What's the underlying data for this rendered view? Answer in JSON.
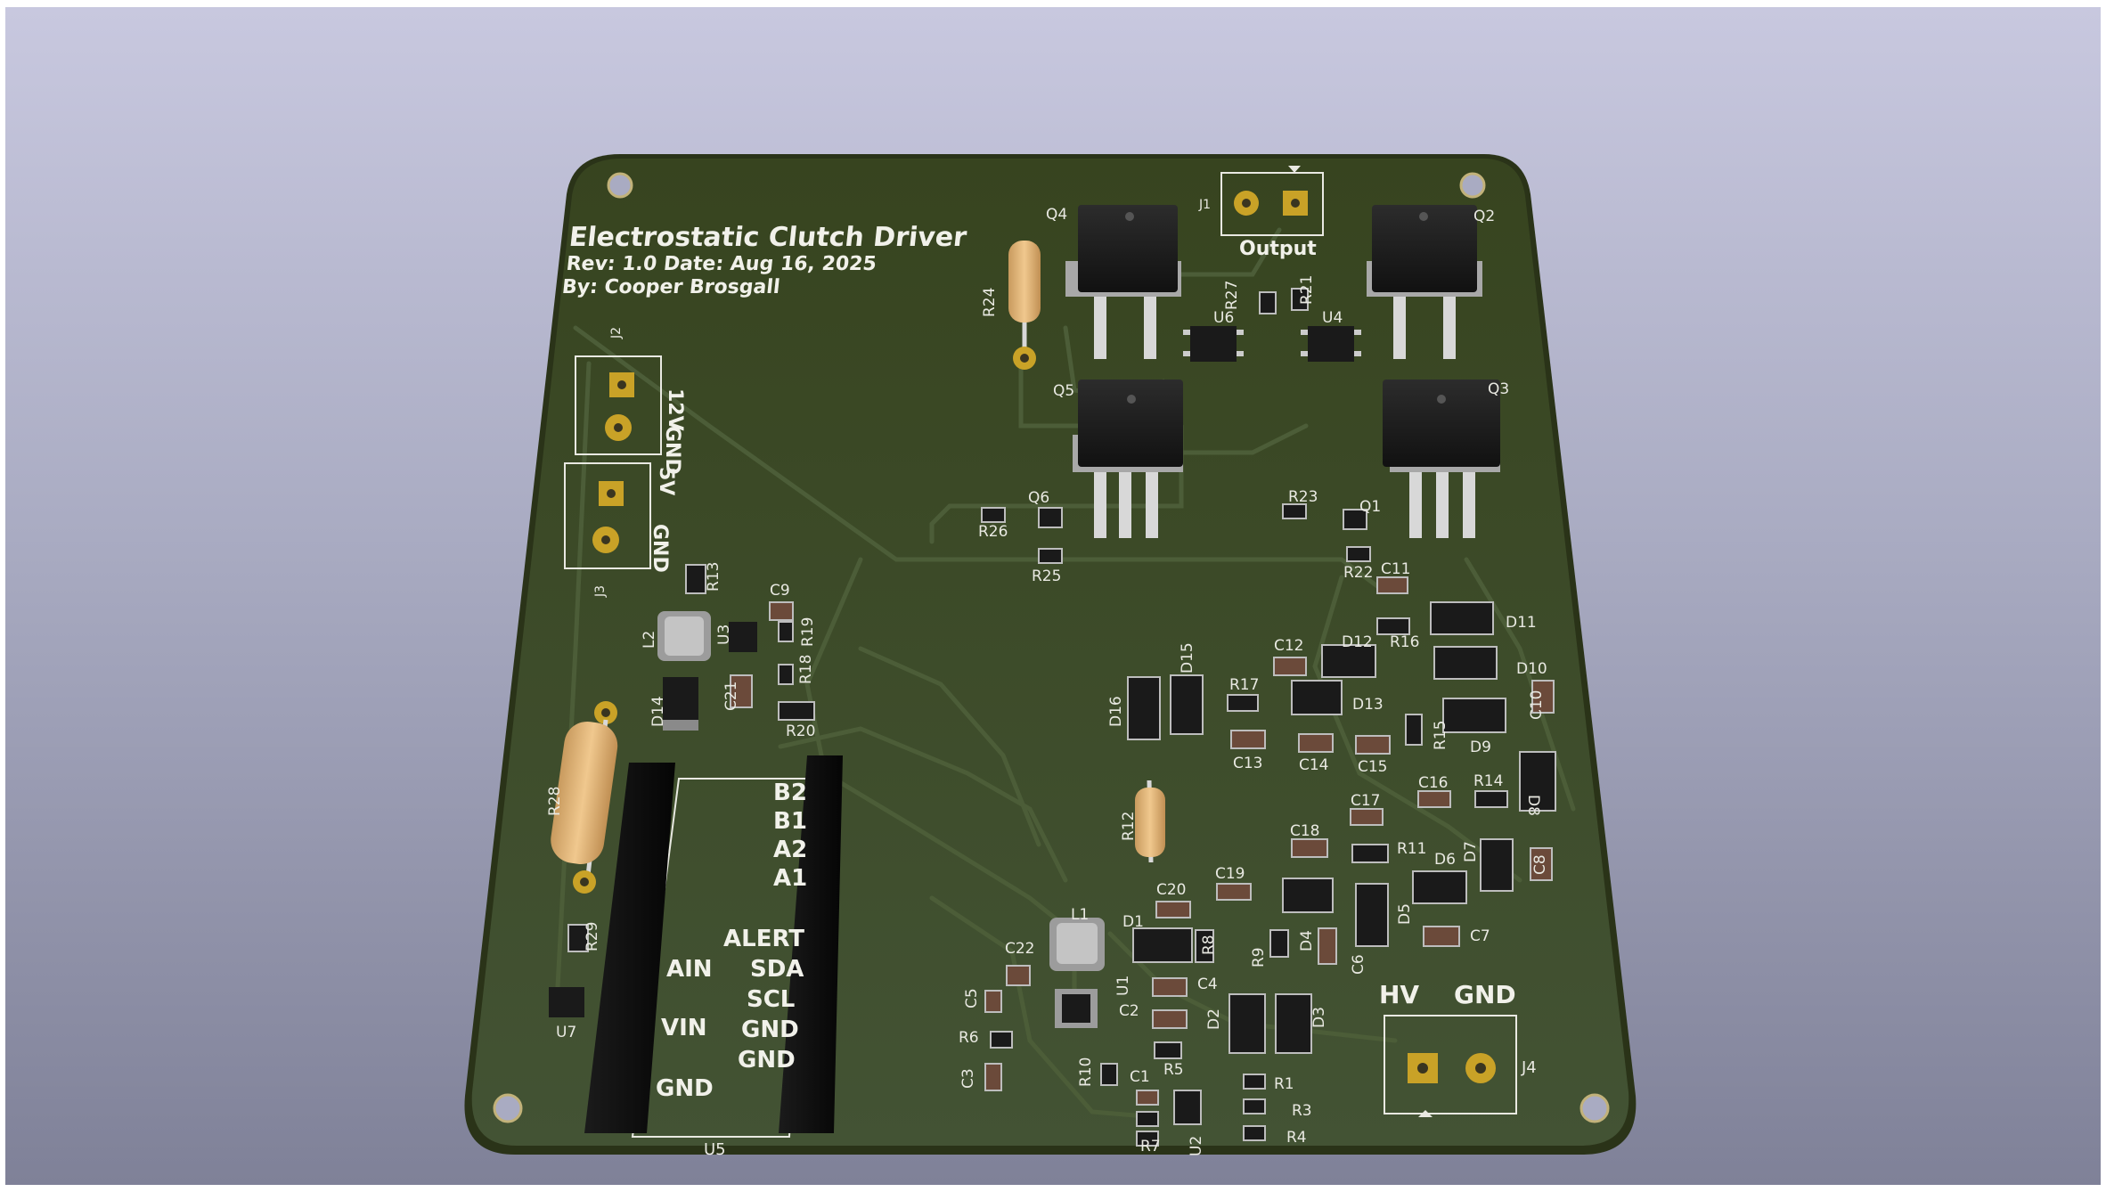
{
  "board": {
    "title": "Electrostatic Clutch Driver",
    "revision": "Rev: 1.0   Date: Aug 16, 2025",
    "author": "By: Cooper Brosgall",
    "colors": {
      "soldermask": "#3c4a2a",
      "silkscreen": "#f1f1ea",
      "copper_pad": "#c9a227",
      "component_body": "#1e1e1e"
    }
  },
  "connectors": {
    "j1": {
      "ref": "J1",
      "label": "Output"
    },
    "j2": {
      "ref": "J2",
      "top_label": "12V",
      "bottom_label": "GND"
    },
    "j3": {
      "ref": "J3",
      "top_label": "5V",
      "bottom_label": "GND"
    },
    "j4": {
      "ref": "J4",
      "left_label": "HV",
      "right_label": "GND"
    }
  },
  "module_u5": {
    "ref": "U5",
    "right_pins": [
      "B2",
      "B1",
      "A2",
      "A1",
      "ALERT",
      "SDA",
      "SCL",
      "GND",
      "GND"
    ],
    "left_pins": [
      "AIN",
      "VIN",
      "GND"
    ]
  },
  "refdes": [
    "Q4",
    "Q2",
    "Q5",
    "Q3",
    "Q6",
    "Q1",
    "R24",
    "R27",
    "R21",
    "U6",
    "U4",
    "R26",
    "R25",
    "R23",
    "R22",
    "C11",
    "D11",
    "R16",
    "C12",
    "D12",
    "D10",
    "C10",
    "D15",
    "D16",
    "R17",
    "D13",
    "R15",
    "D9",
    "C13",
    "C14",
    "C15",
    "C16",
    "R14",
    "D8",
    "C17",
    "C18",
    "R11",
    "D6",
    "D7",
    "C8",
    "R12",
    "C19",
    "C20",
    "D5",
    "C7",
    "L1",
    "D1",
    "R8",
    "R9",
    "D4",
    "C6",
    "C22",
    "U1",
    "C4",
    "C2",
    "C5",
    "R6",
    "C3",
    "R10",
    "C1",
    "R5",
    "D2",
    "D3",
    "R1",
    "R3",
    "R4",
    "R7",
    "U2",
    "R13",
    "C9",
    "L2",
    "U3",
    "R19",
    "R18",
    "C21",
    "D14",
    "R20",
    "R28",
    "R29",
    "U7"
  ]
}
